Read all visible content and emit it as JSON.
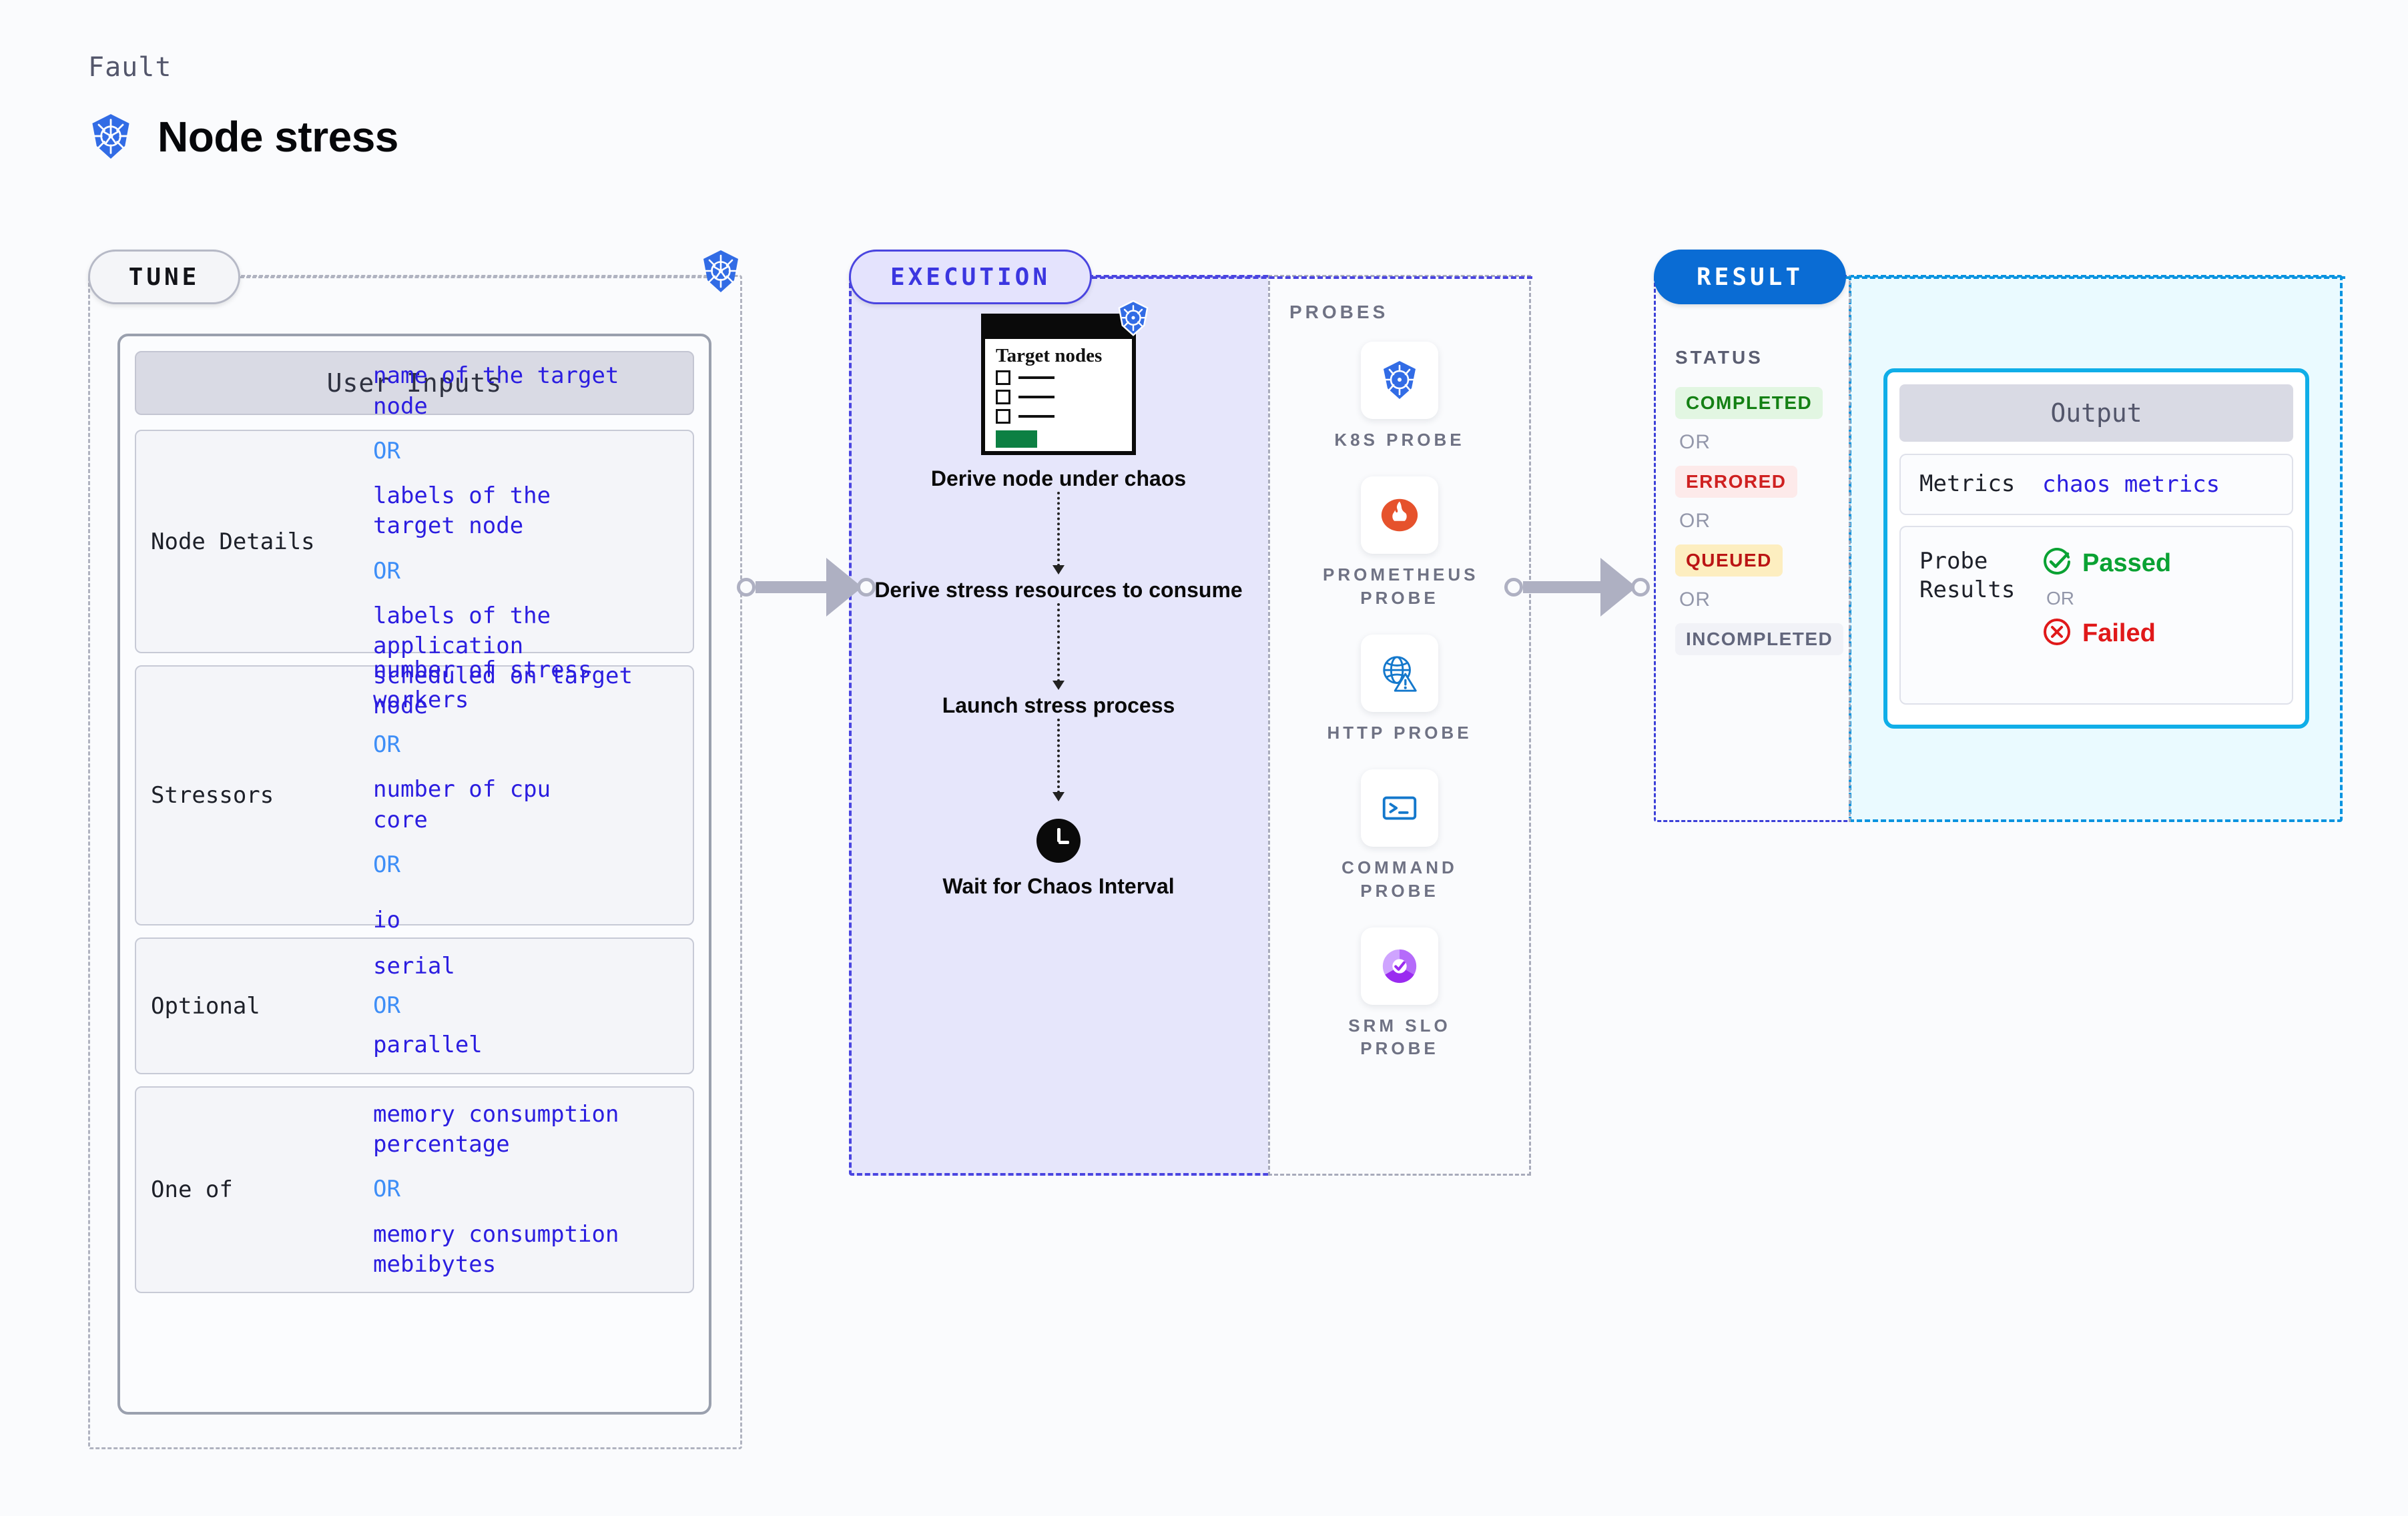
{
  "header": {
    "fault_label": "Fault",
    "title": "Node stress",
    "logo_icon": "kubernetes-icon"
  },
  "tune": {
    "pill_label": "TUNE",
    "card_header": "User Inputs",
    "badge_icon": "kubernetes-icon",
    "groups": [
      {
        "label": "Node Details",
        "values": [
          "name of the target\nnode",
          "labels of the\ntarget node",
          "labels of the application\n scheduled on target node"
        ],
        "separator": "OR"
      },
      {
        "label": "Stressors",
        "values": [
          "number of stress\nworkers",
          "number of cpu\ncore",
          "io"
        ],
        "separator": "OR"
      },
      {
        "label": "Optional",
        "values": [
          "serial",
          "parallel"
        ],
        "separator": "OR"
      },
      {
        "label": "One of",
        "values": [
          "memory consumption\npercentage",
          "memory consumption\nmebibytes"
        ],
        "separator": "OR"
      }
    ]
  },
  "execution": {
    "pill_label": "EXECUTION",
    "target_card": {
      "title": "Target\nnodes",
      "badge_icon": "kubernetes-icon",
      "checkbox_rows": 3
    },
    "steps": [
      "Derive node under chaos",
      "Derive stress resources to consume",
      "Launch stress process",
      "Wait for Chaos Interval"
    ],
    "wait_icon": "clock-icon"
  },
  "probes": {
    "title": "PROBES",
    "items": [
      {
        "name": "K8S PROBE",
        "icon": "kubernetes-icon"
      },
      {
        "name": "PROMETHEUS PROBE",
        "icon": "prometheus-icon"
      },
      {
        "name": "HTTP PROBE",
        "icon": "globe-warning-icon"
      },
      {
        "name": "COMMAND PROBE",
        "icon": "terminal-icon"
      },
      {
        "name": "SRM SLO PROBE",
        "icon": "srm-slo-donut-icon"
      }
    ]
  },
  "result": {
    "pill_label": "RESULT",
    "status_title": "STATUS",
    "separator": "OR",
    "statuses": [
      {
        "label": "COMPLETED",
        "bg": "#e2f6e2",
        "fg": "#148014"
      },
      {
        "label": "ERRORED",
        "bg": "#fdeaea",
        "fg": "#cf2020"
      },
      {
        "label": "QUEUED",
        "bg": "#fdeec0",
        "fg": "#bb1515"
      },
      {
        "label": "INCOMPLETED",
        "bg": "#f1f2f7",
        "fg": "#62667c"
      }
    ]
  },
  "output": {
    "header": "Output",
    "metrics_label": "Metrics",
    "metrics_value": "chaos metrics",
    "probe_results_label": "Probe\nResults",
    "passed_label": "Passed",
    "failed_label": "Failed",
    "separator": "OR",
    "passed_icon": "check-circle-icon",
    "failed_icon": "x-circle-icon"
  },
  "colors": {
    "accent_blue": "#0a6cd4",
    "exec_purple": "#4a45e0",
    "output_cyan": "#10aee8",
    "value_blue": "#2b1de0",
    "or_blue": "#3e8ef7"
  }
}
